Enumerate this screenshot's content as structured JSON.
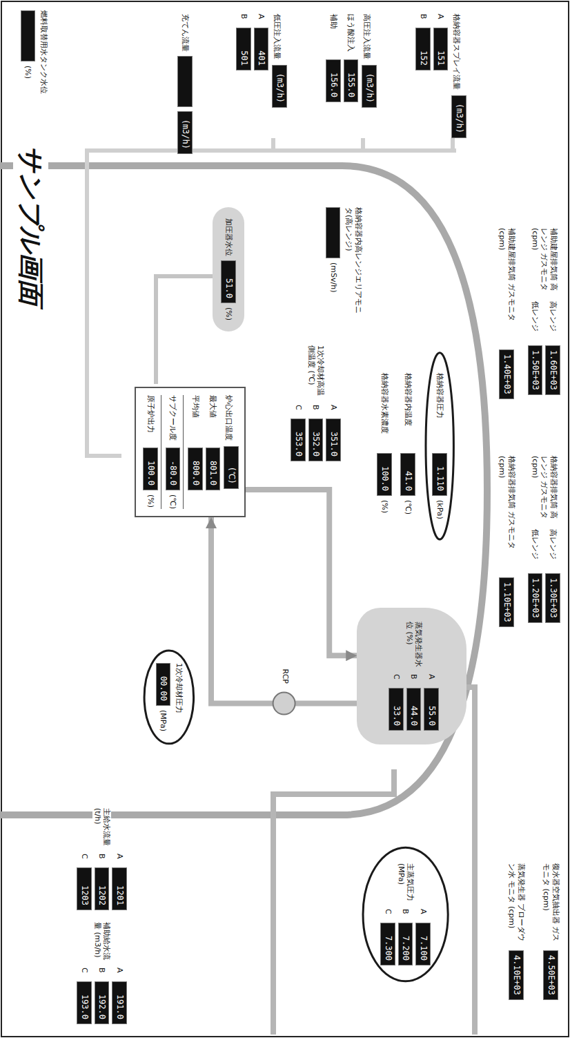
{
  "diagram": {
    "title": "サンプル画面",
    "nodes": [
      {
        "text": [
          "燃料取替用水タンク水位"
        ]
      },
      {
        "text": [
          "(%)"
        ],
        "in": 0
      },
      {
        "text": [
          "補助建屋排気筒 高レンジ ガスモニタ (cpm)"
        ]
      },
      {
        "text": [
          "高レンジ",
          "1.60E+03"
        ],
        "in": 2
      },
      {
        "text": [
          "低レンジ",
          "1.50E+03"
        ],
        "in": 2
      },
      {
        "text": [
          "補助建屋排気筒 ガスモニタ (cpm)",
          "1.40E+03"
        ]
      },
      {
        "text": [
          "格納容器排気筒 高レンジ ガスモニタ (cpm)"
        ]
      },
      {
        "text": [
          "高レンジ",
          "1.30E+03"
        ],
        "in": 6
      },
      {
        "text": [
          "低レンジ",
          "1.20E+03"
        ],
        "in": 6
      },
      {
        "text": [
          "格納容器排気筒 ガスモニタ (cpm)",
          "1.10E+03"
        ]
      },
      {
        "text": [
          "復水器空気抽出器 ガスモニタ (cpm)",
          "4.50E+03"
        ]
      },
      {
        "text": [
          "蒸気発生器 ブローダウン水 モニタ (cpm)",
          "4.10E+03"
        ]
      },
      {
        "text": [
          "格納容器スプレイ流量",
          "(m3/h)"
        ]
      },
      {
        "text": [
          "A",
          "151"
        ],
        "in": 12
      },
      {
        "text": [
          "B",
          "152"
        ],
        "in": 12
      },
      {
        "text": [
          "高圧注入流量",
          "(m3/h)"
        ]
      },
      {
        "text": [
          "ほう酸注入",
          "155.0"
        ],
        "in": 15
      },
      {
        "text": [
          "補助",
          "156.0"
        ],
        "in": 15
      },
      {
        "text": [
          "低圧注入流量",
          "(m3/h)"
        ]
      },
      {
        "text": [
          "A",
          "401"
        ],
        "in": 18
      },
      {
        "text": [
          "B",
          "501"
        ],
        "in": 18
      },
      {
        "text": [
          "充てん流量",
          "(m3/h)"
        ]
      },
      {
        "text": [
          "格納容器内高レンジエリアモニタ(高レンジ)"
        ]
      },
      {
        "text": [
          "(mSv/h)"
        ],
        "in": 22
      },
      {
        "text": [
          "格納容器圧力",
          "1.110",
          "(kPa)"
        ]
      },
      {
        "text": [
          "格納容器内温度",
          "41.0",
          "(℃)"
        ]
      },
      {
        "text": [
          "格納容器水素濃度",
          "100.0",
          "(%)"
        ]
      },
      {
        "text": [
          "加圧器水位",
          "51.0",
          "(%)"
        ]
      },
      {
        "text": [
          "1次冷却材高温側温度 (℃)"
        ]
      },
      {
        "text": [
          "A",
          "351.0"
        ],
        "in": 28
      },
      {
        "text": [
          "B",
          "352.0"
        ],
        "in": 28
      },
      {
        "text": [
          "C",
          "353.0"
        ],
        "in": 28
      },
      {
        "text": [
          "炉心出口温度",
          "(℃)"
        ]
      },
      {
        "text": [
          "最大値",
          "801.0"
        ],
        "in": 32
      },
      {
        "text": [
          "平均値",
          "800.0"
        ],
        "in": 32
      },
      {
        "text": [
          "サブクール度",
          "-80.0",
          "(℃)"
        ],
        "in": 32
      },
      {
        "text": [
          "原子炉出力",
          "100.0",
          "(%)"
        ],
        "in": 32
      },
      {
        "text": [
          "蒸気発生器水位 (%)"
        ]
      },
      {
        "text": [
          "A",
          "55.0"
        ],
        "in": 37
      },
      {
        "text": [
          "B",
          "44.0"
        ],
        "in": 37
      },
      {
        "text": [
          "C",
          "33.0"
        ],
        "in": 37
      },
      {
        "text": [
          "1次冷却材圧力"
        ]
      },
      {
        "text": [
          "00.00",
          "(MPa)"
        ],
        "in": 41
      },
      {
        "text": [
          "主蒸気圧力 (MPa)"
        ]
      },
      {
        "text": [
          "A",
          "7.100"
        ],
        "in": 43
      },
      {
        "text": [
          "B",
          "7.200"
        ],
        "in": 43
      },
      {
        "text": [
          "C",
          "7.300"
        ],
        "in": 43
      },
      {
        "text": [
          "主給水流量 (t/h)"
        ]
      },
      {
        "text": [
          "A",
          "1201"
        ],
        "in": 47
      },
      {
        "text": [
          "B",
          "1202"
        ],
        "in": 47
      },
      {
        "text": [
          "C",
          "1203"
        ],
        "in": 47
      },
      {
        "text": [
          "補助給水流量 (m3/h)"
        ]
      },
      {
        "text": [
          "A",
          "191.0"
        ],
        "in": 51
      },
      {
        "text": [
          "B",
          "192.0"
        ],
        "in": 51
      },
      {
        "text": [
          "C",
          "193.0"
        ],
        "in": 51
      }
    ],
    "edges": [
      {
        "from": 32,
        "to": 37,
        "arrow": "to"
      },
      {
        "from": 37,
        "to": 32,
        "arrow": "to"
      }
    ],
    "labels": [
      "RCP"
    ]
  }
}
